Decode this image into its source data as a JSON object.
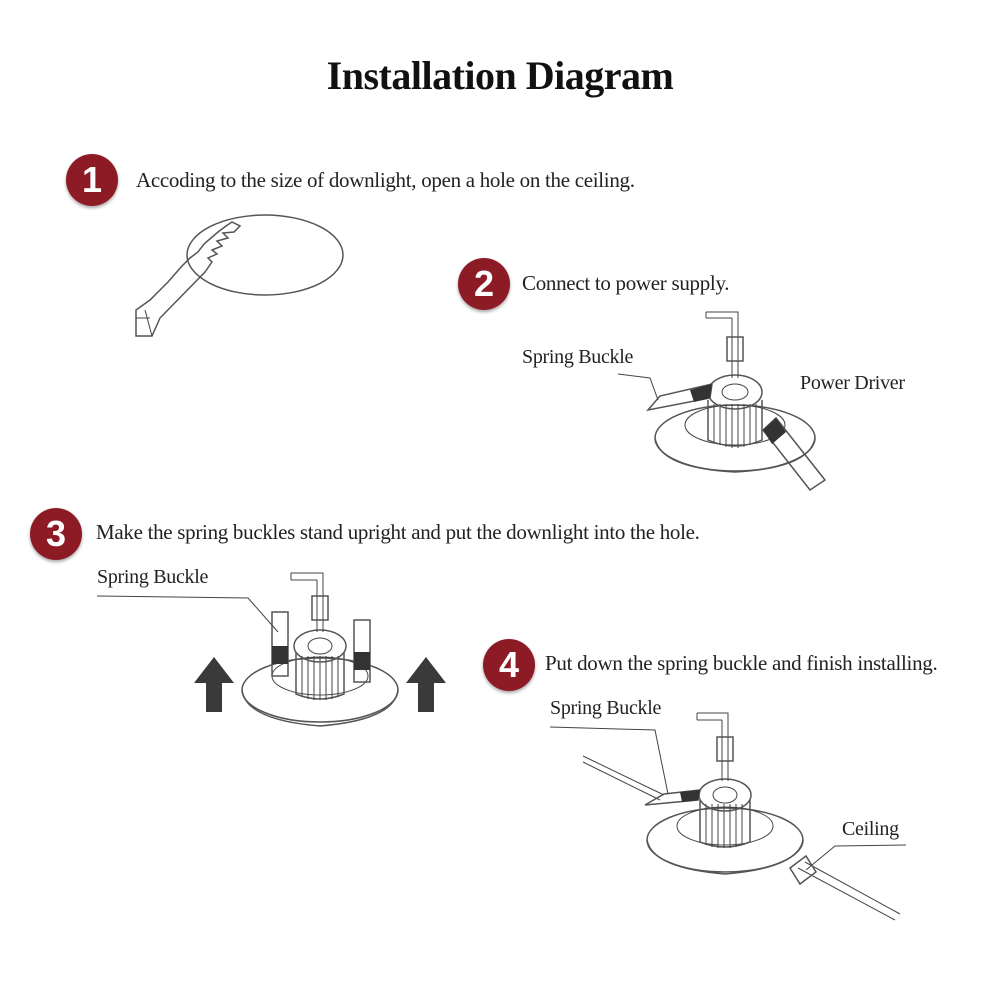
{
  "title": "Installation Diagram",
  "colors": {
    "badge": "#8d1b26",
    "arrow": "#3a3a3a",
    "line": "#555555"
  },
  "steps": [
    {
      "number": "1",
      "text": "Accoding to the size of downlight, open a hole on the ceiling."
    },
    {
      "number": "2",
      "text": "Connect to power supply."
    },
    {
      "number": "3",
      "text": "Make the spring buckles stand upright and put the downlight into the hole."
    },
    {
      "number": "4",
      "text": "Put down the spring buckle and finish installing."
    }
  ],
  "labels": {
    "step2_spring_buckle": "Spring Buckle",
    "step2_power_driver": "Power Driver",
    "step3_spring_buckle": "Spring Buckle",
    "step4_spring_buckle": "Spring Buckle",
    "step4_ceiling": "Ceiling"
  },
  "icons": [
    "saw-icon",
    "downlight-icon",
    "up-arrow-icon"
  ]
}
